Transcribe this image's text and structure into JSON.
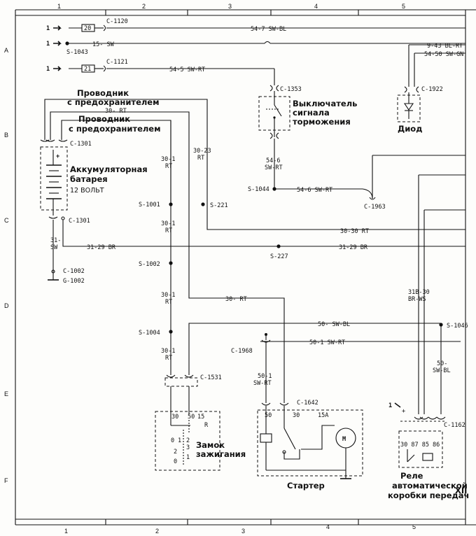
{
  "grid": {
    "cols": [
      "1",
      "2",
      "3",
      "4",
      "5"
    ],
    "rows": [
      "A",
      "B",
      "C",
      "D",
      "E",
      "F"
    ]
  },
  "feeds": {
    "a1": "1",
    "a2": "1",
    "a3": "1"
  },
  "fuses": {
    "f20": "20",
    "f21": "21"
  },
  "wires": {
    "w_54_7": "54-7  SW-BL",
    "w_15": "15-  SW",
    "w_54_5": "54-5  SW-RT",
    "w_9_43": "9-43  BL-RT",
    "w_54_50": "54-50  SW-GN",
    "w_30_rt_top": "30-  RT",
    "w_30_23_a": "30-23",
    "w_30_23_b": "RT",
    "w_30_1_a1": "30-1",
    "w_30_1_b1": "RT",
    "w_30_1_a2": "30-1",
    "w_30_1_b2": "RT",
    "w_30_1_a3": "30-1",
    "w_30_1_b3": "RT",
    "w_30_1_a4": "30-1",
    "w_30_1_b4": "RT",
    "w_54_6_a": "54-6",
    "w_54_6_b": "SW-RT",
    "w_54_6_h": "54-6  SW-RT",
    "w_30_30": "30-30  RT",
    "w_31_29_l": "31-29  BR",
    "w_31_29_r": "31-29  BR",
    "w_31_a": "31-",
    "w_31_b": "SW",
    "w_30_rt_mid": "30-  RT",
    "w_318_30_a": "31B-30",
    "w_318_30_b": "BR-WS",
    "w_50_swbl": "50-  SW-BL",
    "w_50_1_h": "50-1  SW-RT",
    "w_50_1_a": "50-1",
    "w_50_1_b": "SW-RT",
    "w_50_a": "50-",
    "w_50_b": "SW-BL"
  },
  "connectors": {
    "c1120": "C-1120",
    "c1121": "C-1121",
    "s1043": "S-1043",
    "c1353": "C-1353",
    "c1922": "C-1922",
    "c1301a": "C-1301",
    "c1301b": "C-1301",
    "s1044": "S-1044",
    "c1963": "C-1963",
    "s1001": "S-1001",
    "s221": "S-221",
    "s227": "S-227",
    "s1002": "S-1002",
    "c1002": "C-1002",
    "g1002": "G-1002",
    "s1004": "S-1004",
    "s1046": "S-1046",
    "c1968": "C-1968",
    "c1531": "C-1531",
    "c1642": "C-1642",
    "c1162": "C-1162"
  },
  "components": {
    "fused1": "Проводник",
    "fused2": "с предохранителем",
    "fused3": "Проводник",
    "fused4": "с предохранителем",
    "brake1": "Выключатель",
    "brake2": "сигнала",
    "brake3": "торможения",
    "diode": "Диод",
    "battery1": "Аккумуляторная",
    "battery2": "батарея",
    "battery3": "12 ВОЛЬТ",
    "ignition1": "Замок",
    "ignition2": "зажигания",
    "starter": "Стартер",
    "relay1": "Реле",
    "relay2": "автоматической",
    "relay3": "коробки передач",
    "relay_ref": "XII"
  },
  "pins": {
    "ign_30": "30",
    "ign_50": "50",
    "ign_15": "15",
    "ign_R": "R",
    "ign_0": "0",
    "ign_1": "1",
    "ign_2": "2",
    "ign_3": "3",
    "ign_2b": "2",
    "ign_0b": "0",
    "ign_1b": "1",
    "st_50": "50",
    "st_30": "30",
    "st_15A": "15A",
    "motor": "M",
    "relay_pins": "30 87 85 86",
    "relay_plus": "+",
    "relay_feed": "1",
    "batt_plus": "+"
  }
}
